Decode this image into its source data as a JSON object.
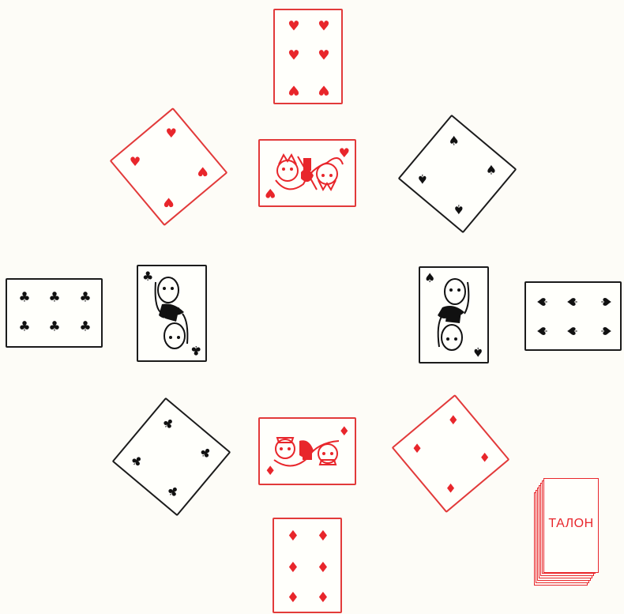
{
  "board": {
    "cards": [
      {
        "name": "six-of-hearts-top",
        "kind": "number",
        "suit": "hearts",
        "color": "red",
        "count": 6
      },
      {
        "name": "four-of-hearts-topleft",
        "kind": "number",
        "suit": "hearts",
        "color": "red",
        "count": 4
      },
      {
        "name": "king-of-hearts",
        "kind": "face",
        "suit": "hearts",
        "color": "red",
        "rank": "king"
      },
      {
        "name": "four-of-spades-topright",
        "kind": "number",
        "suit": "spades",
        "color": "black",
        "count": 4
      },
      {
        "name": "six-of-clubs-left",
        "kind": "number",
        "suit": "clubs",
        "color": "black",
        "count": 6
      },
      {
        "name": "queen-of-clubs",
        "kind": "face",
        "suit": "clubs",
        "color": "black",
        "rank": "queen"
      },
      {
        "name": "queen-of-spades",
        "kind": "face",
        "suit": "spades",
        "color": "black",
        "rank": "queen"
      },
      {
        "name": "six-of-spades-right",
        "kind": "number",
        "suit": "spades",
        "color": "black",
        "count": 6
      },
      {
        "name": "four-of-clubs-bottomleft",
        "kind": "number",
        "suit": "clubs",
        "color": "black",
        "count": 4
      },
      {
        "name": "jack-of-diamonds",
        "kind": "face",
        "suit": "diamonds",
        "color": "red",
        "rank": "jack"
      },
      {
        "name": "four-of-diamonds-bottomright",
        "kind": "number",
        "suit": "diamonds",
        "color": "red",
        "count": 4
      },
      {
        "name": "six-of-diamonds-bottom",
        "kind": "number",
        "suit": "diamonds",
        "color": "red",
        "count": 6
      }
    ],
    "talon": {
      "label": "ТАЛОН",
      "color": "#e8262b"
    }
  },
  "colors": {
    "red": "#e8262b",
    "black": "#111111",
    "background": "#fdfcf7"
  },
  "suit_glyphs": {
    "hearts": "♥",
    "diamonds": "♦",
    "spades": "♠",
    "clubs": "♣"
  }
}
